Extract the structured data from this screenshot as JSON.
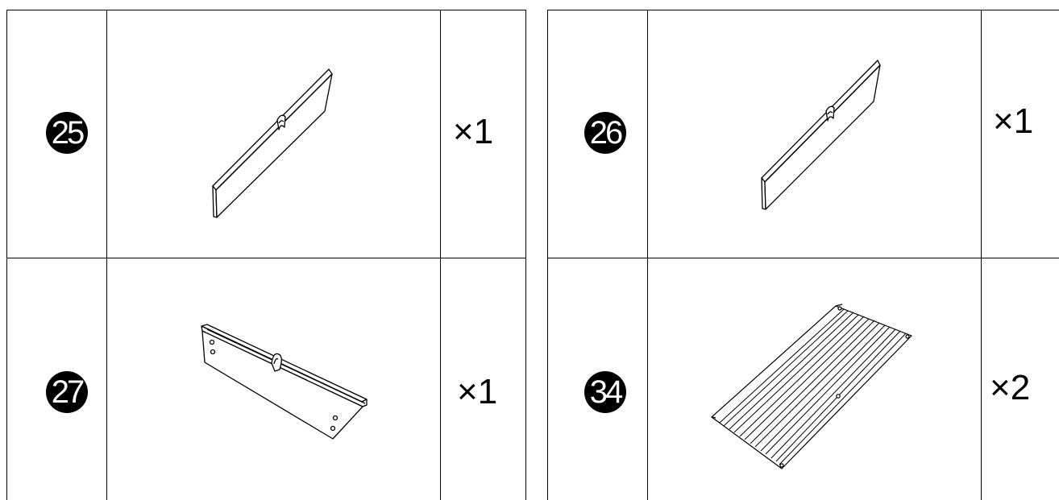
{
  "parts": [
    {
      "number": "25",
      "quantity": "×1",
      "icon": "long-board-with-bracket-icon"
    },
    {
      "number": "27",
      "quantity": "×1",
      "icon": "side-board-with-holes-icon"
    },
    {
      "number": "26",
      "quantity": "×1",
      "icon": "long-board-with-bracket-icon"
    },
    {
      "number": "34",
      "quantity": "×2",
      "icon": "slatted-panel-icon"
    }
  ]
}
